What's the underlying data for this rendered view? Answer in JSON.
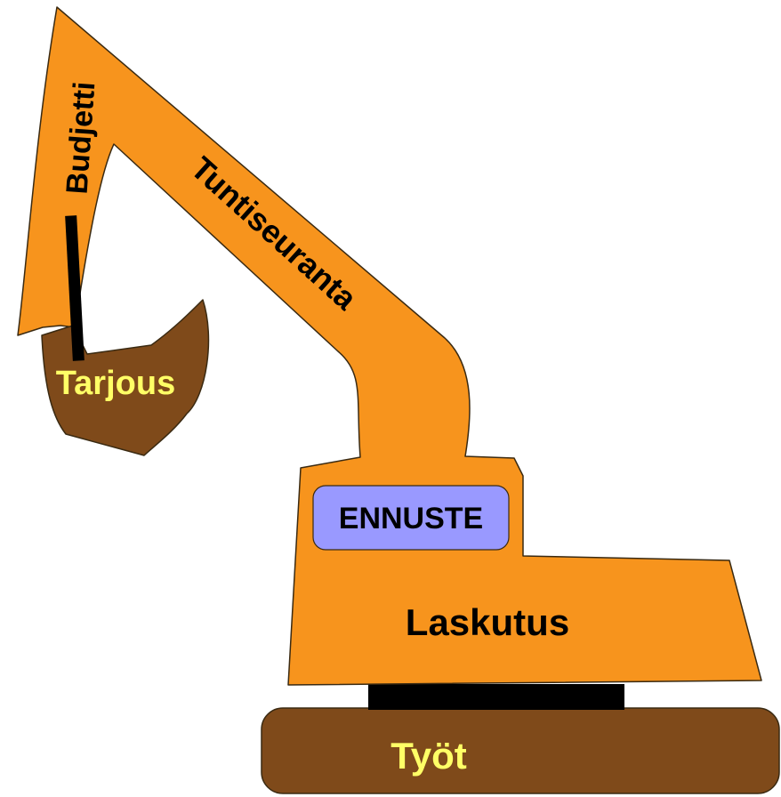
{
  "diagram": {
    "colors": {
      "body": "#F7941D",
      "soil": "#7F4A1A",
      "track_frame": "#000000",
      "cab_window": "#9999FF",
      "label_dark": "#000000",
      "label_light": "#FFFF66",
      "outline": "#3A2A12"
    },
    "labels": {
      "budjetti": "Budjetti",
      "tuntiseuranta": "Tuntiseuranta",
      "tarjous": "Tarjous",
      "ennuste": "ENNUSTE",
      "laskutus": "Laskutus",
      "tyot": "Työt"
    }
  }
}
